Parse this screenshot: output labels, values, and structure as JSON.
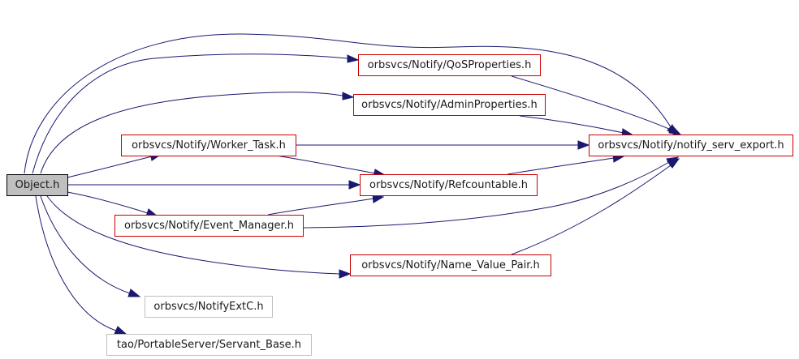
{
  "nodes": {
    "object_h": "Object.h",
    "qos_properties": "orbsvcs/Notify/QoSProperties.h",
    "admin_properties": "orbsvcs/Notify/AdminProperties.h",
    "worker_task": "orbsvcs/Notify/Worker_Task.h",
    "notify_serv_export": "orbsvcs/Notify/notify_serv_export.h",
    "refcountable": "orbsvcs/Notify/Refcountable.h",
    "event_manager": "orbsvcs/Notify/Event_Manager.h",
    "name_value_pair": "orbsvcs/Notify/Name_Value_Pair.h",
    "notify_ext_c": "orbsvcs/NotifyExtC.h",
    "servant_base": "tao/PortableServer/Servant_Base.h"
  },
  "edges": [
    {
      "from": "object_h",
      "to": "qos_properties"
    },
    {
      "from": "object_h",
      "to": "notify_serv_export"
    },
    {
      "from": "object_h",
      "to": "admin_properties"
    },
    {
      "from": "object_h",
      "to": "worker_task"
    },
    {
      "from": "object_h",
      "to": "refcountable"
    },
    {
      "from": "object_h",
      "to": "event_manager"
    },
    {
      "from": "object_h",
      "to": "name_value_pair"
    },
    {
      "from": "object_h",
      "to": "notify_ext_c"
    },
    {
      "from": "object_h",
      "to": "servant_base"
    },
    {
      "from": "qos_properties",
      "to": "notify_serv_export"
    },
    {
      "from": "admin_properties",
      "to": "notify_serv_export"
    },
    {
      "from": "worker_task",
      "to": "notify_serv_export"
    },
    {
      "from": "worker_task",
      "to": "refcountable"
    },
    {
      "from": "refcountable",
      "to": "notify_serv_export"
    },
    {
      "from": "event_manager",
      "to": "refcountable"
    },
    {
      "from": "event_manager",
      "to": "notify_serv_export"
    },
    {
      "from": "name_value_pair",
      "to": "notify_serv_export"
    }
  ],
  "colors": {
    "edge": "#191970",
    "node_border": "#cc0000",
    "external_node_border": "#bfbfbf",
    "root_node_fill": "#bfbfbf"
  }
}
